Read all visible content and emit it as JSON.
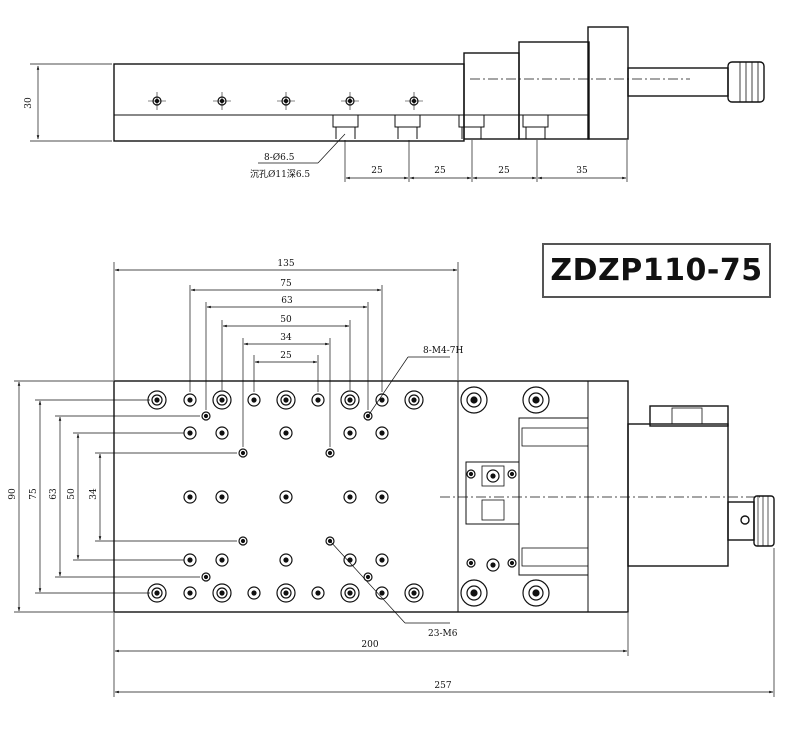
{
  "model": "ZDZP110-75",
  "side_view": {
    "height_dim": "30",
    "spacing_dims": [
      "25",
      "25",
      "25",
      "35"
    ],
    "hole_callout_1": "8-Ø6.5",
    "hole_callout_2": "沉孔Ø11深6.5"
  },
  "top_view": {
    "width_dims": [
      "135",
      "75",
      "63",
      "50",
      "34",
      "25"
    ],
    "height_dims": [
      "90",
      "75",
      "63",
      "50",
      "34"
    ],
    "length_dims": [
      "200",
      "257"
    ],
    "callout_m4": "8-M4-7H",
    "callout_m6": "23-M6"
  }
}
